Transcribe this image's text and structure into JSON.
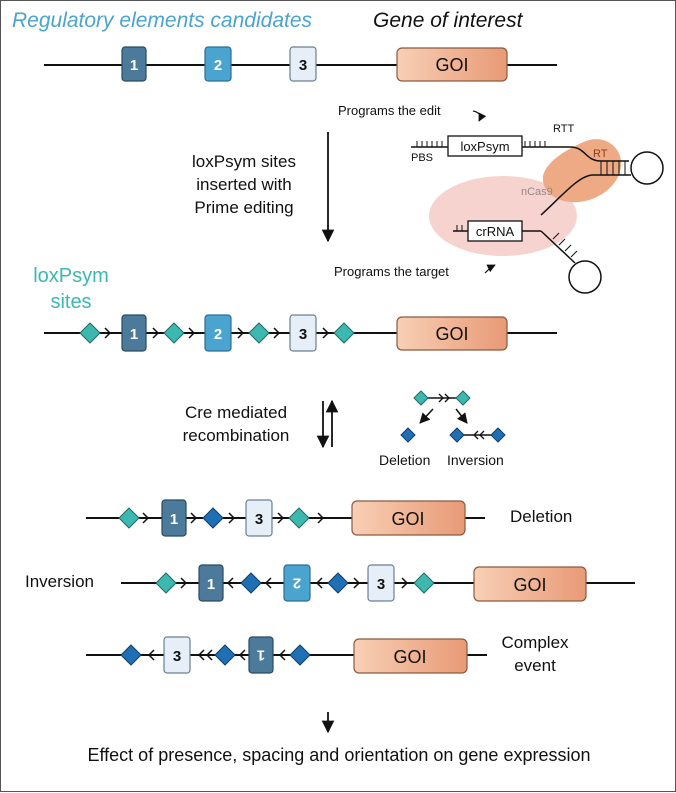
{
  "header": {
    "left_title": "Regulatory elements candidates",
    "right_title": "Gene of interest"
  },
  "gene": {
    "label": "GOI"
  },
  "elements": {
    "e1": "1",
    "e2": "2",
    "e3": "3"
  },
  "prime_editing": {
    "step_label_line1": "loxPsym sites",
    "step_label_line2": "inserted with",
    "step_label_line3": "Prime editing",
    "programs_edit": "Programs the edit",
    "programs_target": "Programs the target",
    "pbs": "PBS",
    "rtt": "RTT",
    "rt": "RT",
    "ncas9": "nCas9",
    "loxpsym_box": "loxPsym",
    "crrna_box": "crRNA"
  },
  "loxpsym_label": {
    "line1": "loxPsym",
    "line2": "sites"
  },
  "recombination": {
    "step_label_line1": "Cre mediated",
    "step_label_line2": "recombination",
    "deletion": "Deletion",
    "inversion": "Inversion"
  },
  "outcomes": {
    "deletion": "Deletion",
    "inversion": "Inversion",
    "complex_line1": "Complex",
    "complex_line2": "event"
  },
  "footer": "Effect of presence, spacing and orientation on gene expression",
  "colors": {
    "element1": "#4b7a9a",
    "element2": "#4aa4cf",
    "element3": "#e6eef7",
    "gene_fill": "#eea887",
    "teal_diamond": "#3cb8b0",
    "blue_diamond": "#1f6fb5",
    "header_blue": "#4aa4cf",
    "rt_blob": "#eeaa85",
    "cas9_blob": "#f6d3cf"
  }
}
